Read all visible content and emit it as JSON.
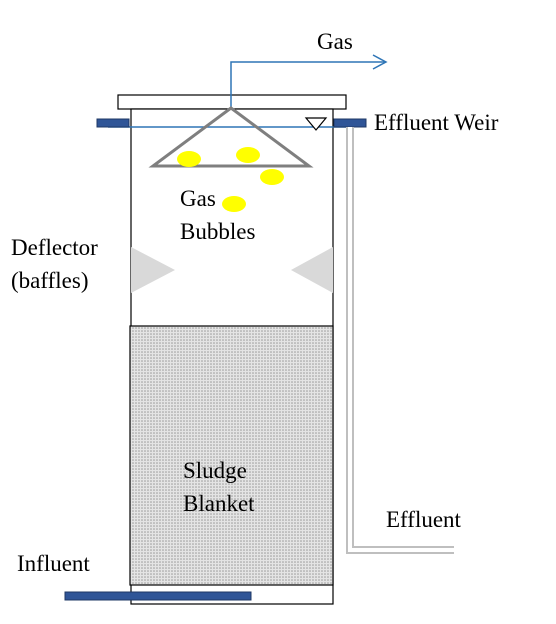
{
  "labels": {
    "gas": "Gas",
    "effluent_weir": "Effluent Weir",
    "gas_bubbles_line1": "Gas",
    "gas_bubbles_line2": "Bubbles",
    "deflector_line1": "Deflector",
    "deflector_line2": "(baffles)",
    "sludge_line1": "Sludge",
    "sludge_line2": "Blanket",
    "effluent": "Effluent",
    "influent": "Influent"
  },
  "colors": {
    "outline": "#000000",
    "gas_line": "#2e75b6",
    "weir_blue": "#2f5597",
    "weir_blue_border": "#1f3864",
    "separator": "#7f7f7f",
    "baffle": "#d9d9d9",
    "bubble": "#ffff00",
    "sludge_fill": "#d0d0d0",
    "pipe": "#bfbfbf"
  }
}
